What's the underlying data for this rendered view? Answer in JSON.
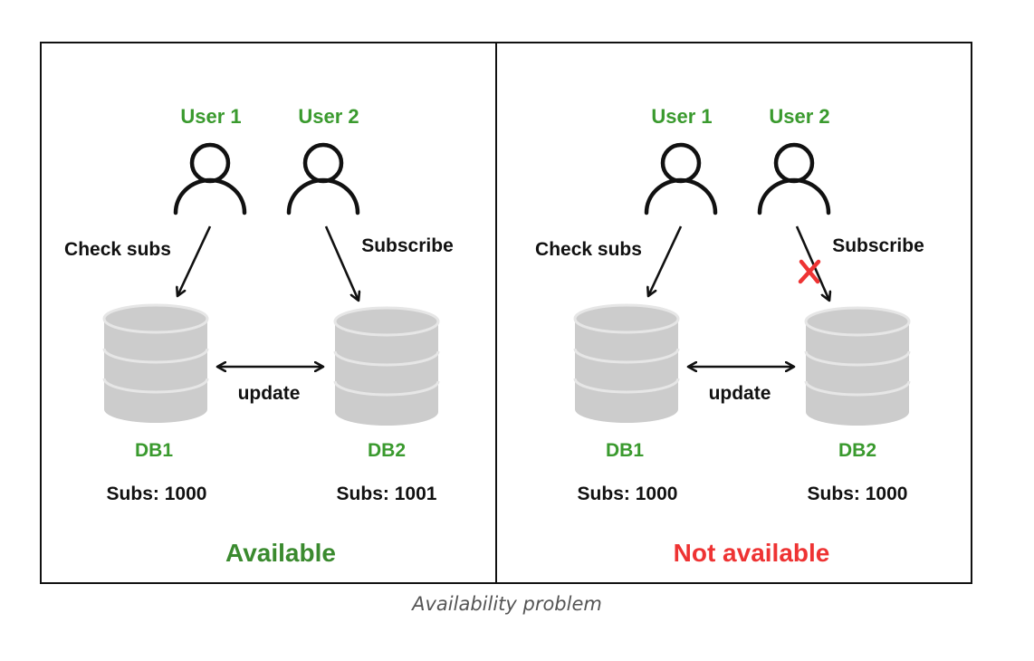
{
  "colors": {
    "label_green": "#3a9a2e",
    "status_available": "#3a8a2e",
    "status_unavailable": "#ee3333",
    "db_fill": "#cccccc",
    "db_line": "#e6e6e6",
    "ink": "#111111",
    "cross": "#ee3333"
  },
  "panels": [
    {
      "user1": "User 1",
      "user2": "User 2",
      "check_label": "Check subs",
      "subscribe_label": "Subscribe",
      "update_label": "update",
      "db1_label": "DB1",
      "db2_label": "DB2",
      "db1_subs": "Subs: 1000",
      "db2_subs": "Subs: 1001",
      "status": "Available",
      "blocked": false
    },
    {
      "user1": "User 1",
      "user2": "User 2",
      "check_label": "Check subs",
      "subscribe_label": "Subscribe",
      "update_label": "update",
      "db1_label": "DB1",
      "db2_label": "DB2",
      "db1_subs": "Subs: 1000",
      "db2_subs": "Subs: 1000",
      "status": "Not available",
      "blocked": true
    }
  ],
  "caption": "Availability problem",
  "icons": {
    "user": "user-icon",
    "database": "database-icon",
    "cross": "cross-icon",
    "arrow": "arrow-icon"
  }
}
